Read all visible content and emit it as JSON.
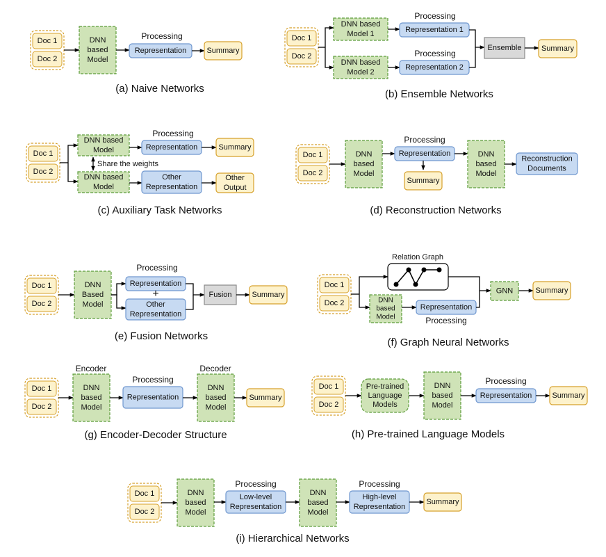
{
  "common": {
    "doc1": "Doc 1",
    "doc2": "Doc 2",
    "dnn_lines": [
      "DNN",
      "based",
      "Model"
    ],
    "dnn_based_model": [
      "DNN based",
      "Model"
    ],
    "processing": "Processing",
    "representation": "Representation",
    "summary": "Summary"
  },
  "panel_a": {
    "caption": "(a) Naive Networks"
  },
  "panel_b": {
    "caption": "(b) Ensemble Networks",
    "model1": [
      "DNN based",
      "Model 1"
    ],
    "model2": [
      "DNN based",
      "Model 2"
    ],
    "rep1": "Representation 1",
    "rep2": "Representation 2",
    "ensemble": "Ensemble"
  },
  "panel_c": {
    "caption": "(c) Auxiliary Task Networks",
    "share": "Share the weights",
    "other_rep": [
      "Other",
      "Representation"
    ],
    "other_out": [
      "Other",
      "Output"
    ]
  },
  "panel_d": {
    "caption": "(d) Reconstruction Networks",
    "recon": [
      "Reconstruction",
      "Documents"
    ]
  },
  "panel_e": {
    "caption": "(e) Fusion Networks",
    "dnn": [
      "DNN",
      "Based",
      "Model"
    ],
    "other_rep": [
      "Other",
      "Representation"
    ],
    "plus": "+",
    "fusion": "Fusion"
  },
  "panel_f": {
    "caption": "(f) Graph Neural Networks",
    "relation_graph": "Relation Graph",
    "gnn": "GNN"
  },
  "panel_g": {
    "caption": "(g) Encoder-Decoder Structure",
    "encoder": "Encoder",
    "decoder": "Decoder"
  },
  "panel_h": {
    "caption": "(h) Pre-trained Language Models",
    "plm": [
      "Pre-trained",
      "Language",
      "Models"
    ]
  },
  "panel_i": {
    "caption": "(i) Hierarchical Networks",
    "low_rep": [
      "Low-level",
      "Representation"
    ],
    "high_rep": [
      "High-level",
      "Representation"
    ]
  },
  "colors": {
    "doc_fill": "#fdf2cc",
    "doc_stroke": "#d6a12c",
    "model_fill": "#cfe3b7",
    "model_stroke": "#5e9d3c",
    "rep_fill": "#c7daf2",
    "rep_stroke": "#6f97cf",
    "summary_fill": "#fdf2cc",
    "summary_stroke": "#d6a12c",
    "gray_fill": "#d9d9d9",
    "gray_stroke": "#8a8a8a"
  }
}
